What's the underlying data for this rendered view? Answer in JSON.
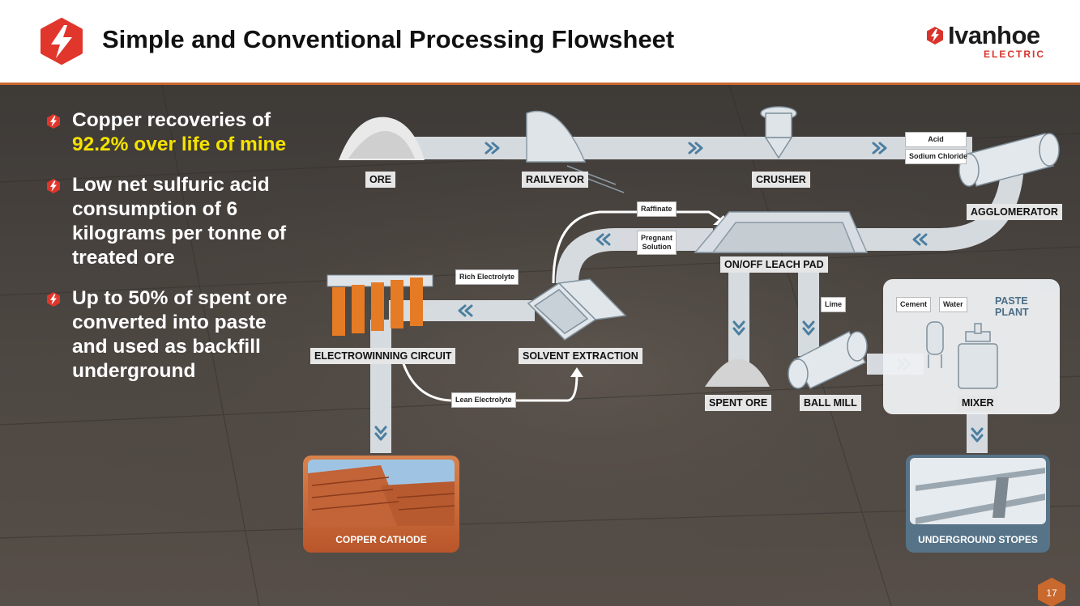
{
  "header": {
    "title": "Simple and Conventional Processing Flowsheet",
    "brand_name": "Ivanhoe",
    "brand_sub": "ELECTRIC"
  },
  "bullets": {
    "b1_pre": "Copper recoveries of ",
    "b1_hl": "92.2% over life of mine",
    "b2": "Low net sulfuric acid consumption of 6 kilograms per tonne of treated ore",
    "b3": "Up to 50% of spent ore converted into paste and used as backfill underground"
  },
  "diagram": {
    "ore": "ORE",
    "railveyor": "RAILVEYOR",
    "crusher": "CRUSHER",
    "acid": "Acid",
    "sodium_chloride": "Sodium Chloride",
    "agglomerator": "AGGLOMERATOR",
    "raffinate": "Raffinate",
    "pregnant_solution_1": "Pregnant",
    "pregnant_solution_2": "Solution",
    "leach_pad": "ON/OFF LEACH PAD",
    "rich_electrolyte": "Rich Electrolyte",
    "lime": "Lime",
    "electrowinning": "ELECTROWINNING CIRCUIT",
    "solvent_extraction": "SOLVENT EXTRACTION",
    "lean_electrolyte": "Lean Electrolyte",
    "spent_ore": "SPENT ORE",
    "ball_mill": "BALL MILL",
    "cement": "Cement",
    "water": "Water",
    "paste_plant_1": "PASTE",
    "paste_plant_2": "PLANT",
    "mixer": "MIXER",
    "copper_cathode": "COPPER CATHODE",
    "underground_stopes": "UNDERGROUND STOPES"
  },
  "page_number": "17",
  "colors": {
    "accent": "#e0362c",
    "highlight": "#f4e200",
    "header_line": "#c9692e",
    "pipe": "#dde3e8",
    "cathode": "#c5642f",
    "stopes": "#567388",
    "paste_text": "#4b6e86"
  },
  "icons": {
    "logo": "lightning-hex-icon",
    "bullet": "lightning-bullet-icon",
    "flow": "double-chevron-icon"
  }
}
